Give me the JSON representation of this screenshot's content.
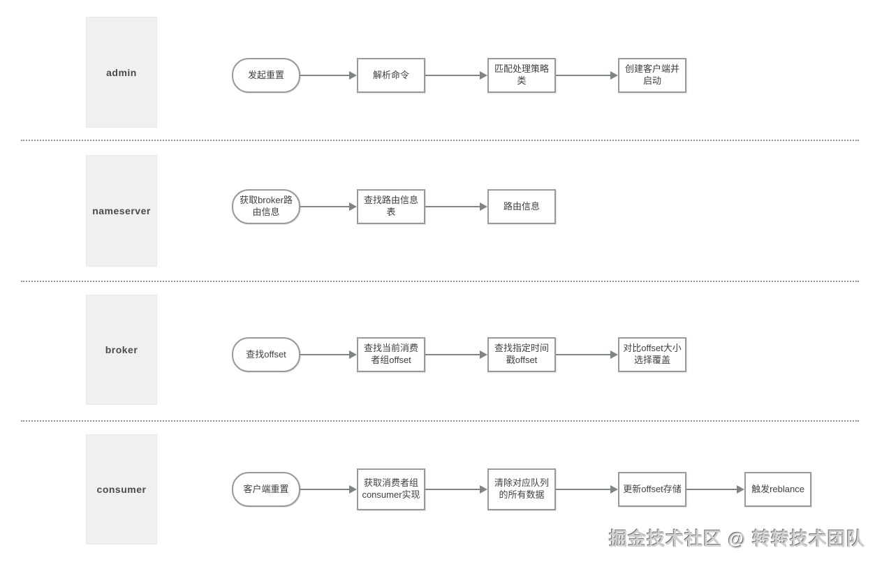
{
  "watermark": "掘金技术社区 @ 转转技术团队",
  "lanes": [
    {
      "label": "admin",
      "nodes": [
        {
          "type": "start",
          "label": "发起重置"
        },
        {
          "type": "process",
          "label": "解析命令"
        },
        {
          "type": "process",
          "label": "匹配处理策略类"
        },
        {
          "type": "process",
          "label": "创建客户端并启动"
        }
      ]
    },
    {
      "label": "nameserver",
      "nodes": [
        {
          "type": "start",
          "label": "获取broker路由信息"
        },
        {
          "type": "process",
          "label": "查找路由信息表"
        },
        {
          "type": "process",
          "label": "路由信息"
        }
      ]
    },
    {
      "label": "broker",
      "nodes": [
        {
          "type": "start",
          "label": "查找offset"
        },
        {
          "type": "process",
          "label": "查找当前消费者组offset"
        },
        {
          "type": "process",
          "label": "查找指定时间戳offset"
        },
        {
          "type": "process",
          "label": "对比offset大小选择覆盖"
        }
      ]
    },
    {
      "label": "consumer",
      "nodes": [
        {
          "type": "start",
          "label": "客户端重置"
        },
        {
          "type": "process",
          "label": "获取消费者组consumer实现"
        },
        {
          "type": "process",
          "label": "清除对应队列的所有数据"
        },
        {
          "type": "process",
          "label": "更新offset存储"
        },
        {
          "type": "process",
          "label": "触发reblance"
        }
      ]
    }
  ],
  "colors": {
    "lane_fill": "#f0f0f0",
    "node_border": "#97999b",
    "arrow": "#7f8487",
    "text": "#3f3f3f",
    "background": "#ffffff"
  }
}
